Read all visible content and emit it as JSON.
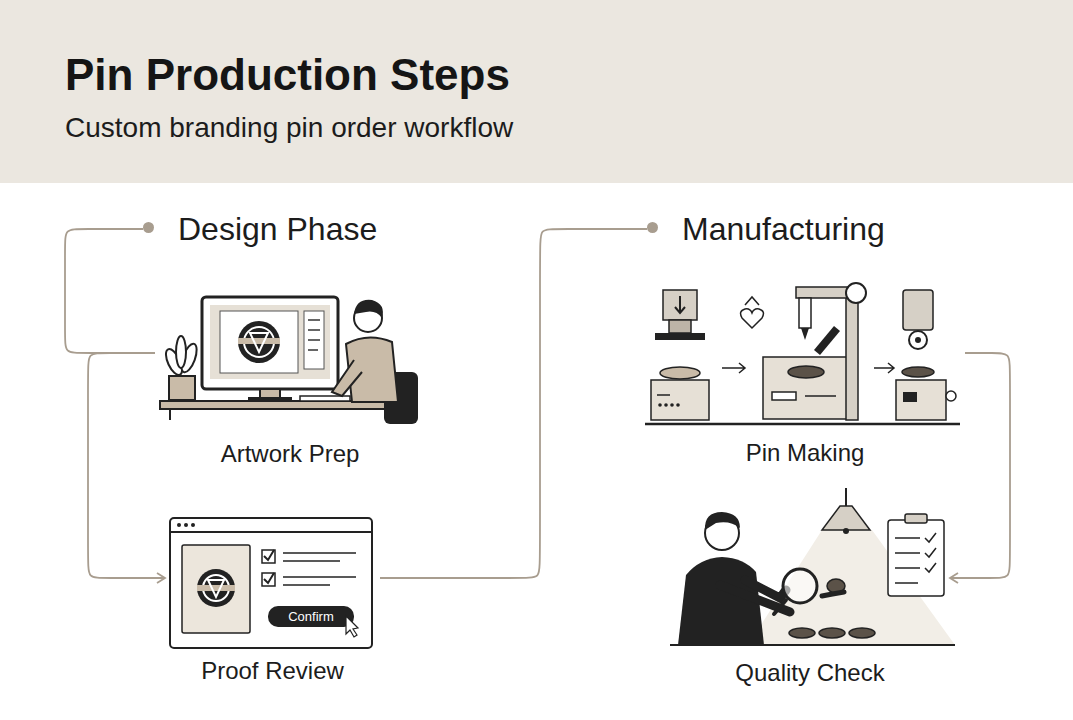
{
  "diagram": {
    "title": "Pin Production Steps",
    "nodes": [
      {
        "text": [
          "Design Phase"
        ]
      },
      {
        "text": [
          "Artwork Prep"
        ]
      },
      {
        "text": [
          "Proof Review"
        ]
      },
      {
        "text": [
          "Manufacturing"
        ]
      },
      {
        "text": [
          "Pin Making"
        ]
      },
      {
        "text": [
          "Quality Check"
        ]
      }
    ],
    "edges": [
      {
        "from": 0,
        "to": 1,
        "arrow": "none"
      },
      {
        "from": 1,
        "to": 2,
        "arrow": "to"
      },
      {
        "from": 2,
        "to": 3,
        "arrow": "none"
      },
      {
        "from": 4,
        "to": 5,
        "arrow": "to"
      }
    ],
    "labels": [
      "Custom branding pin order workflow",
      "Confirm"
    ]
  }
}
